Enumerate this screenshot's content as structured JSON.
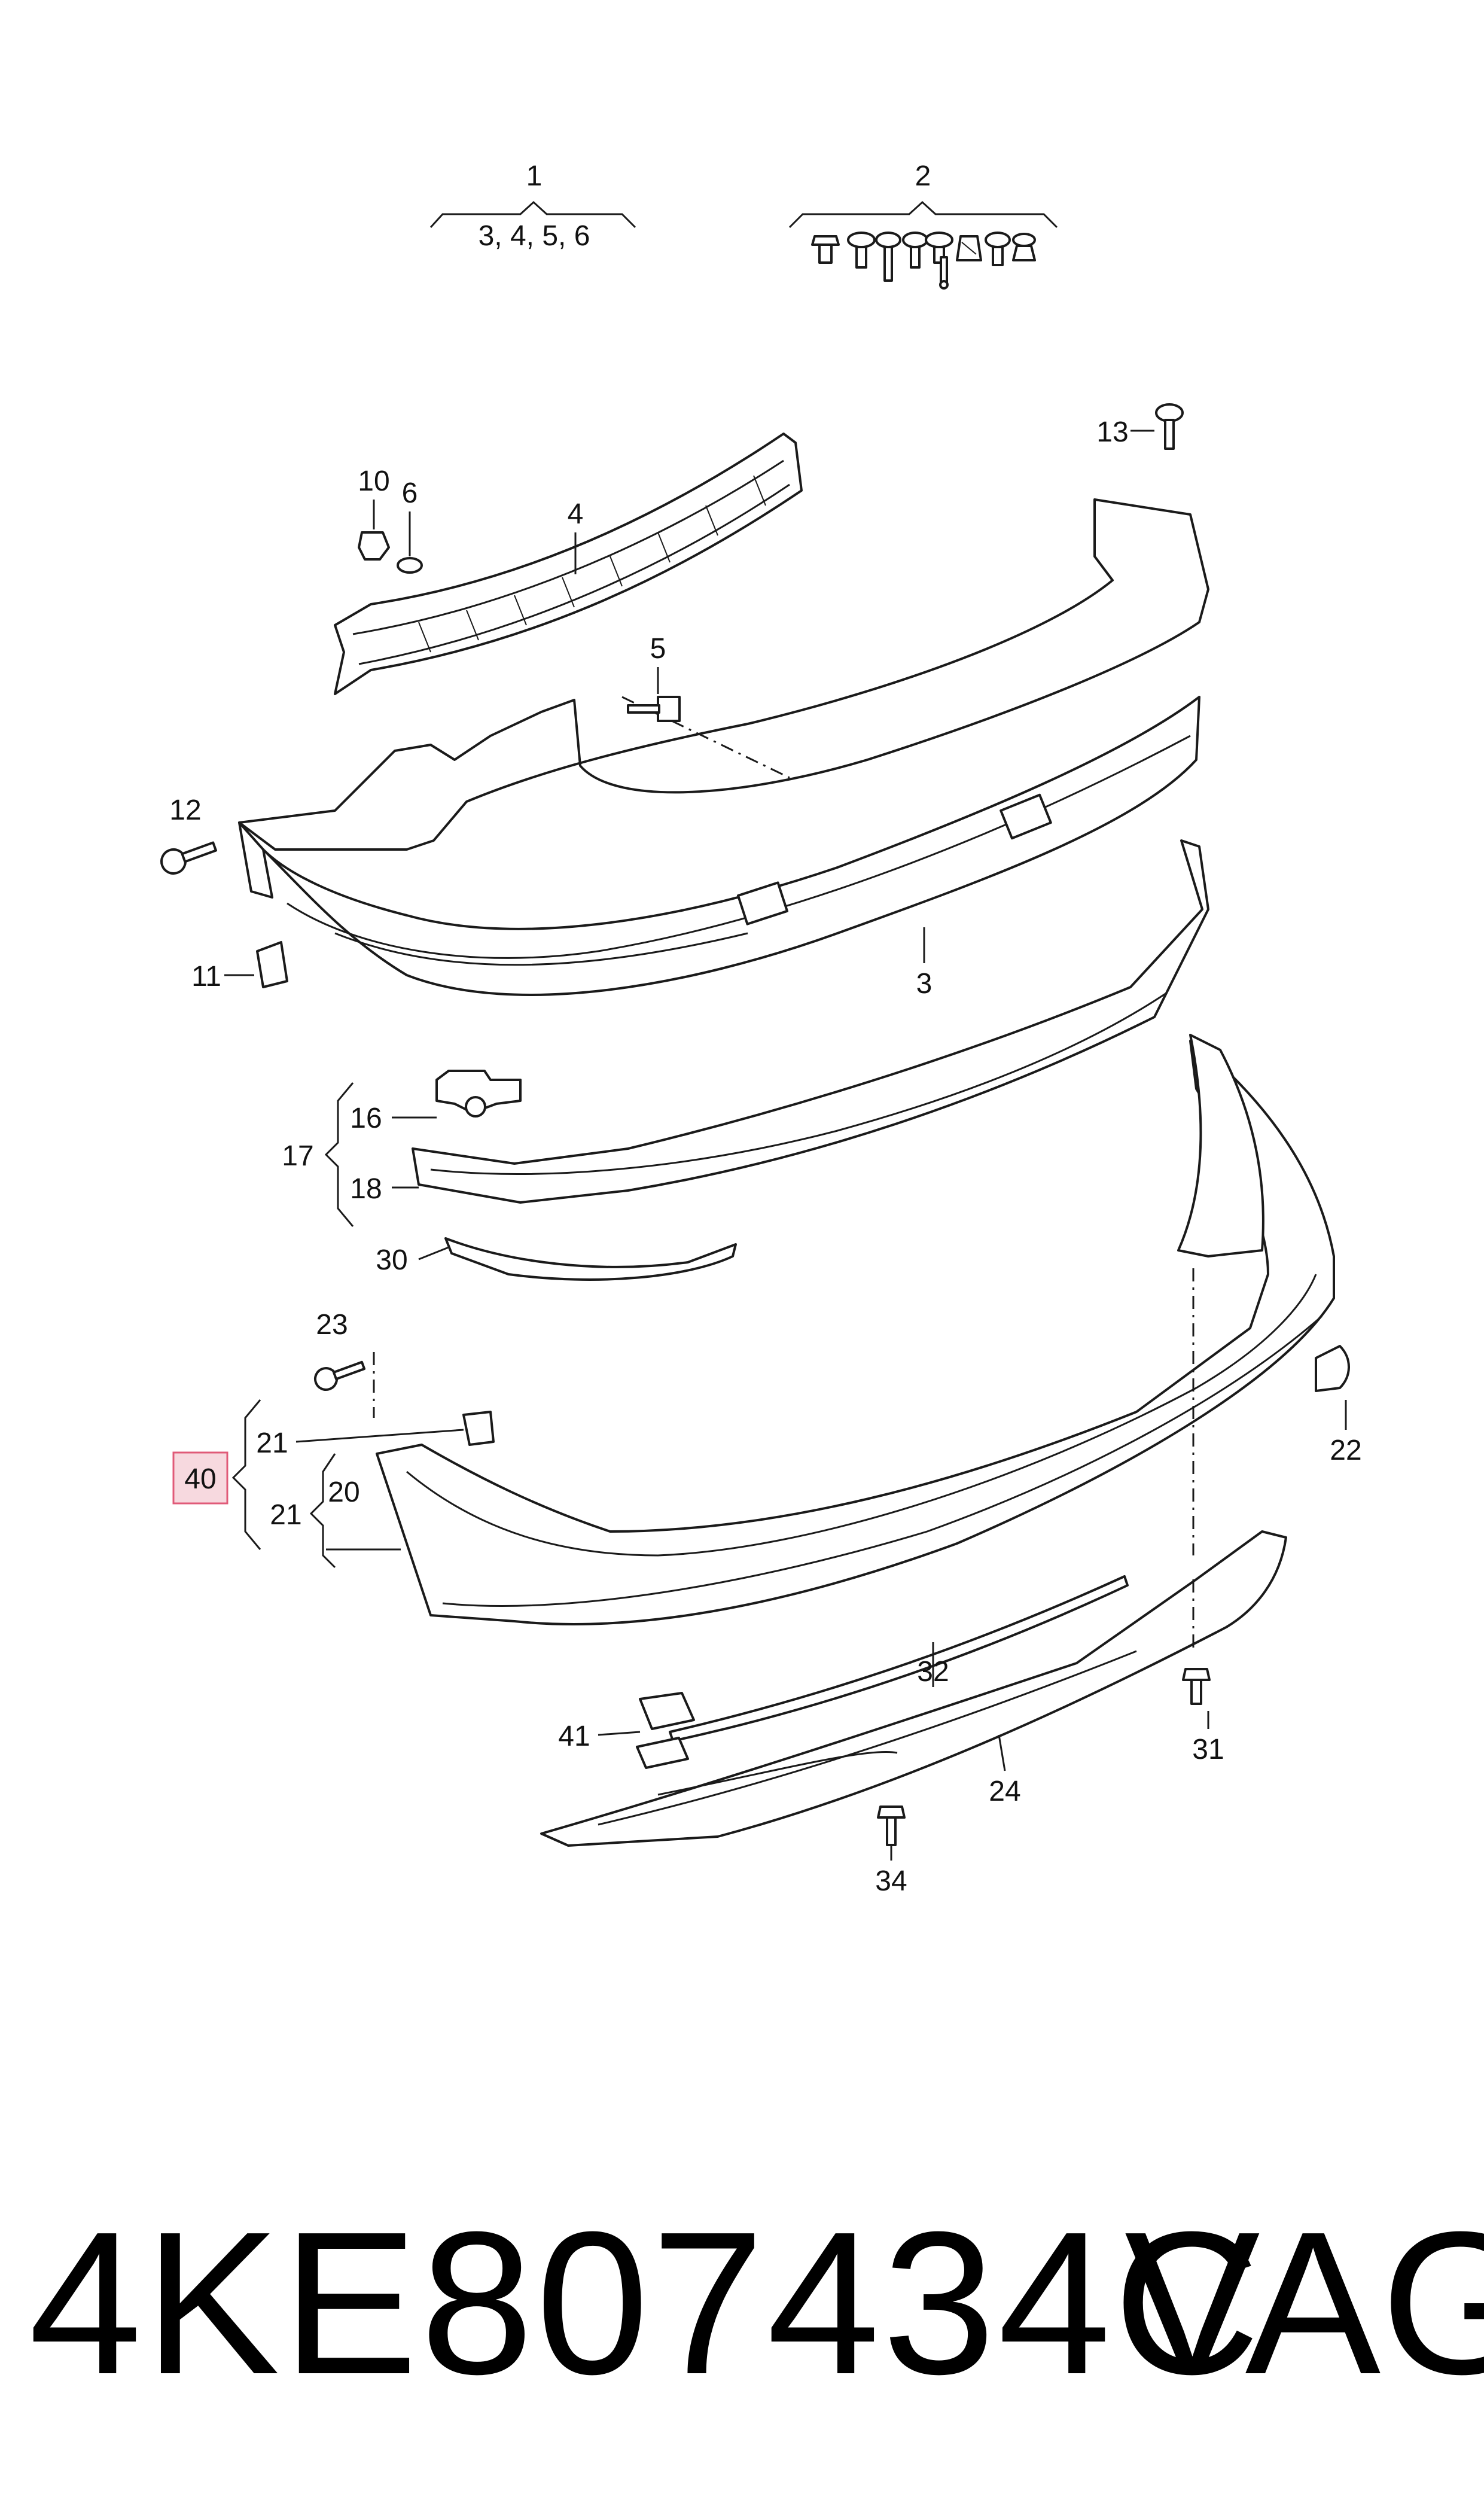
{
  "diagram": {
    "callouts": [
      {
        "id": "c1",
        "text": "1"
      },
      {
        "id": "c1sub",
        "text": "3, 4, 5, 6"
      },
      {
        "id": "c2",
        "text": "2"
      },
      {
        "id": "c3",
        "text": "3"
      },
      {
        "id": "c4",
        "text": "4"
      },
      {
        "id": "c5",
        "text": "5"
      },
      {
        "id": "c6",
        "text": "6"
      },
      {
        "id": "c10",
        "text": "10"
      },
      {
        "id": "c11",
        "text": "11"
      },
      {
        "id": "c12",
        "text": "12"
      },
      {
        "id": "c13",
        "text": "13"
      },
      {
        "id": "c16",
        "text": "16"
      },
      {
        "id": "c17",
        "text": "17"
      },
      {
        "id": "c18",
        "text": "18"
      },
      {
        "id": "c20",
        "text": "20"
      },
      {
        "id": "c21a",
        "text": "21"
      },
      {
        "id": "c21b",
        "text": "21"
      },
      {
        "id": "c22",
        "text": "22"
      },
      {
        "id": "c23",
        "text": "23"
      },
      {
        "id": "c24",
        "text": "24"
      },
      {
        "id": "c30",
        "text": "30"
      },
      {
        "id": "c31",
        "text": "31"
      },
      {
        "id": "c32",
        "text": "32"
      },
      {
        "id": "c34",
        "text": "34"
      },
      {
        "id": "c40",
        "text": "40"
      },
      {
        "id": "c41",
        "text": "41"
      }
    ],
    "highlighted_callout": "23",
    "highlight_color": "#f7d9df",
    "highlight_border_color": "#e05a78"
  },
  "footer": {
    "part_number": "4KE807434C",
    "brand": "VAG"
  }
}
